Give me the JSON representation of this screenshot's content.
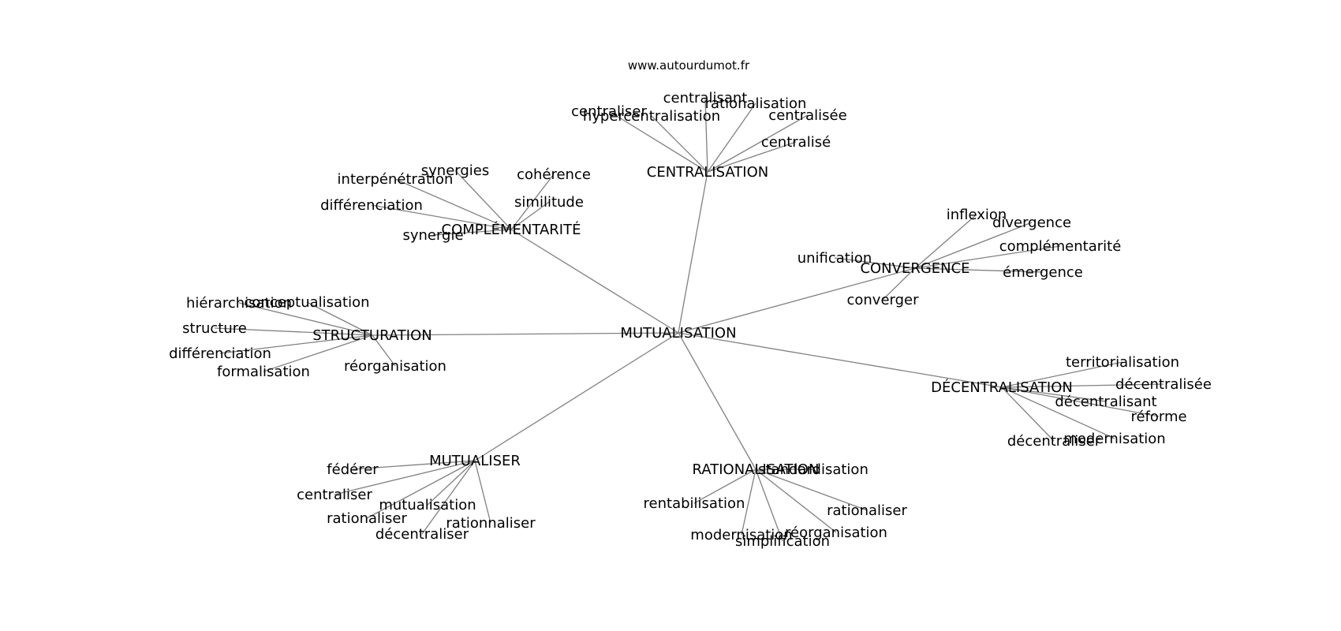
{
  "source": "www.autourdumot.fr",
  "colors": {
    "edge": "#808080",
    "text": "#000000",
    "background": "#ffffff"
  },
  "graph": {
    "center": "MUTUALISATION",
    "clusters": [
      {
        "hub": "CENTRALISATION",
        "words": [
          "centraliser",
          "centralisant",
          "hypercentralisation",
          "rationalisation",
          "centralisée",
          "centralisé"
        ]
      },
      {
        "hub": "COMPLÉMENTARITÉ",
        "words": [
          "synergies",
          "interpénétration",
          "différenciation",
          "synergie",
          "cohérence",
          "similitude"
        ]
      },
      {
        "hub": "CONVERGENCE",
        "words": [
          "inflexion",
          "divergence",
          "complémentarité",
          "émergence",
          "unification",
          "converger"
        ]
      },
      {
        "hub": "STRUCTURATION",
        "words": [
          "hiérarchisation",
          "conceptualisation",
          "structure",
          "différenciation",
          "formalisation",
          "réorganisation"
        ]
      },
      {
        "hub": "DÉCENTRALISATION",
        "words": [
          "territorialisation",
          "décentralisée",
          "décentralisant",
          "réforme",
          "décentraliser",
          "modernisation"
        ]
      },
      {
        "hub": "MUTUALISER",
        "words": [
          "fédérer",
          "centraliser",
          "mutualisation",
          "rationaliser",
          "décentraliser",
          "rationnaliser"
        ]
      },
      {
        "hub": "RATIONALISATION",
        "words": [
          "standardisation",
          "rentabilisation",
          "rationaliser",
          "modernisation",
          "réorganisation",
          "simplification"
        ]
      }
    ]
  }
}
